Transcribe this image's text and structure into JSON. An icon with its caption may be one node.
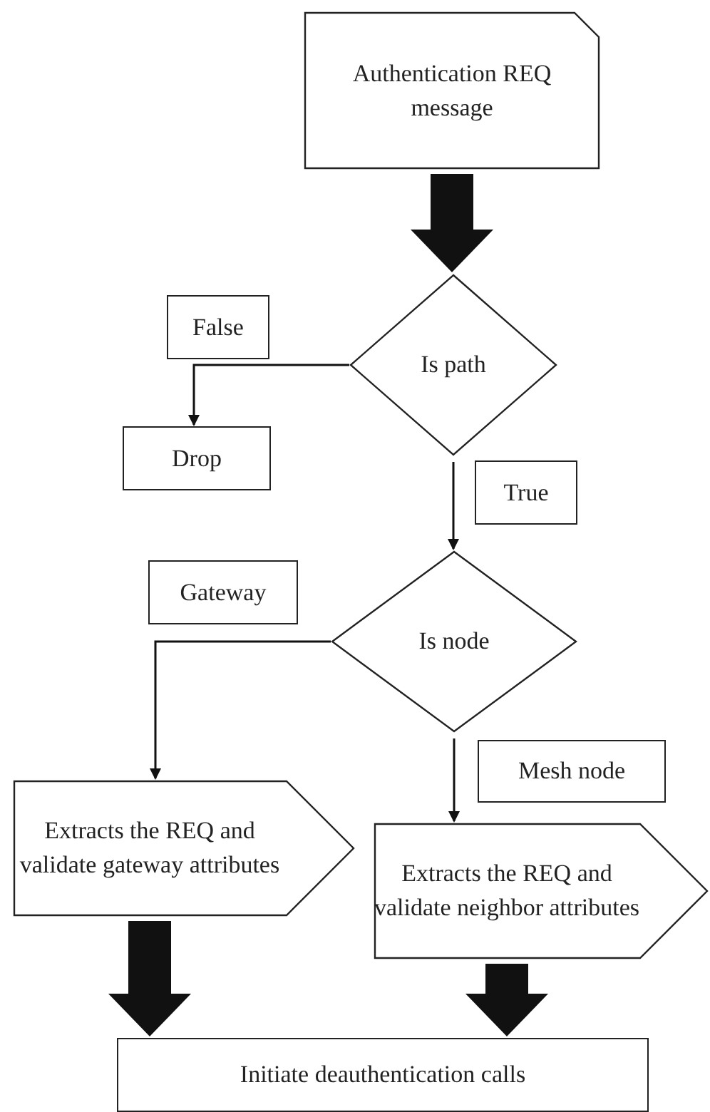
{
  "diagram": {
    "nodes": [
      {
        "text": [
          "Authentication REQ message"
        ]
      },
      {
        "text": [
          "False"
        ]
      },
      {
        "text": [
          "Is path"
        ]
      },
      {
        "text": [
          "Drop"
        ]
      },
      {
        "text": [
          "True"
        ]
      },
      {
        "text": [
          "Gateway"
        ]
      },
      {
        "text": [
          "Is node"
        ]
      },
      {
        "text": [
          "Mesh node"
        ]
      },
      {
        "text": [
          "Extracts the REQ and validate gateway attributes"
        ]
      },
      {
        "text": [
          "Extracts the REQ and validate neighbor attributes"
        ]
      },
      {
        "text": [
          "Initiate deauthentication calls"
        ]
      }
    ],
    "edges": [
      {
        "from": 0,
        "to": 2,
        "arrow": "to",
        "style": "thick"
      },
      {
        "from": 2,
        "to": 3,
        "arrow": "to"
      },
      {
        "from": 2,
        "to": 6,
        "arrow": "to"
      },
      {
        "from": 6,
        "to": 8,
        "arrow": "to"
      },
      {
        "from": 6,
        "to": 9,
        "arrow": "to"
      },
      {
        "from": 8,
        "to": 10,
        "arrow": "to",
        "style": "thick"
      },
      {
        "from": 9,
        "to": 10,
        "arrow": "to",
        "style": "thick"
      }
    ]
  }
}
